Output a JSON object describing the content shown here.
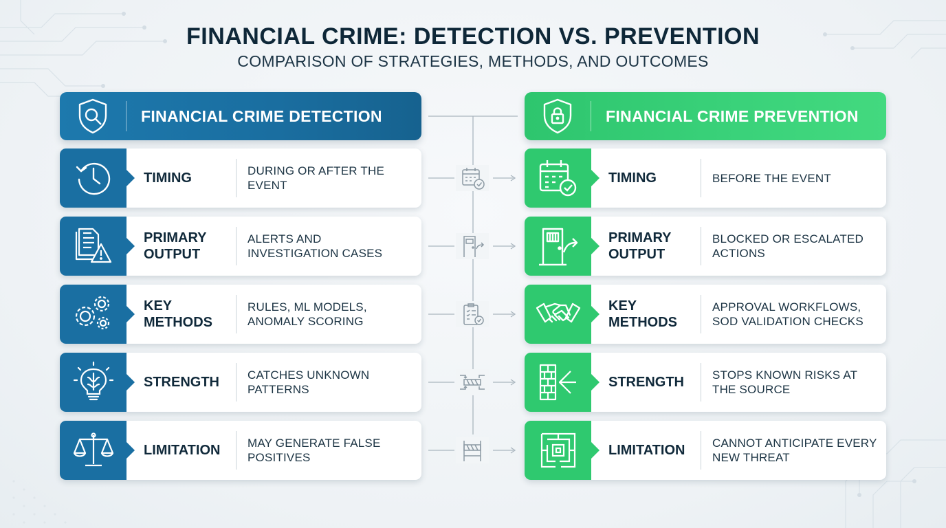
{
  "title": "FINANCIAL CRIME: DETECTION VS. PREVENTION",
  "subtitle": "COMPARISON OF STRATEGIES, METHODS, AND OUTCOMES",
  "colors": {
    "detection": "#1a6fa2",
    "prevention": "#2fc96f",
    "text": "#10293a"
  },
  "detection": {
    "header": "FINANCIAL CRIME DETECTION",
    "header_icon": "shield-search-icon",
    "rows": [
      {
        "label": "TIMING",
        "value": "DURING OR AFTER THE EVENT",
        "icon": "clock-history-icon"
      },
      {
        "label": "PRIMARY OUTPUT",
        "value": "ALERTS AND INVESTIGATION CASES",
        "icon": "document-alert-icon"
      },
      {
        "label": "KEY METHODS",
        "value": "RULES, ML MODELS, ANOMALY SCORING",
        "icon": "gears-icon"
      },
      {
        "label": "STRENGTH",
        "value": "CATCHES UNKNOWN PATTERNS",
        "icon": "brain-bulb-icon"
      },
      {
        "label": "LIMITATION",
        "value": "MAY GENERATE FALSE POSITIVES",
        "icon": "scales-icon"
      }
    ]
  },
  "prevention": {
    "header": "FINANCIAL CRIME PREVENTION",
    "header_icon": "shield-lock-icon",
    "rows": [
      {
        "label": "TIMING",
        "value": "BEFORE THE EVENT",
        "icon": "calendar-check-icon"
      },
      {
        "label": "PRIMARY OUTPUT",
        "value": "BLOCKED OR ESCALATED ACTIONS",
        "icon": "door-exit-icon"
      },
      {
        "label": "KEY METHODS",
        "value": "APPROVAL WORKFLOWS, SOD VALIDATION CHECKS",
        "icon": "handshake-icon"
      },
      {
        "label": "STRENGTH",
        "value": "STOPS KNOWN RISKS AT THE SOURCE",
        "icon": "wall-deflect-icon"
      },
      {
        "label": "LIMITATION",
        "value": "CANNOT ANTICIPATE EVERY NEW THREAT",
        "icon": "maze-icon"
      }
    ]
  },
  "connector_icons": [
    "calendar-check-icon",
    "door-exit-icon",
    "clipboard-check-icon",
    "barrier-arrows-icon",
    "road-barrier-icon"
  ]
}
